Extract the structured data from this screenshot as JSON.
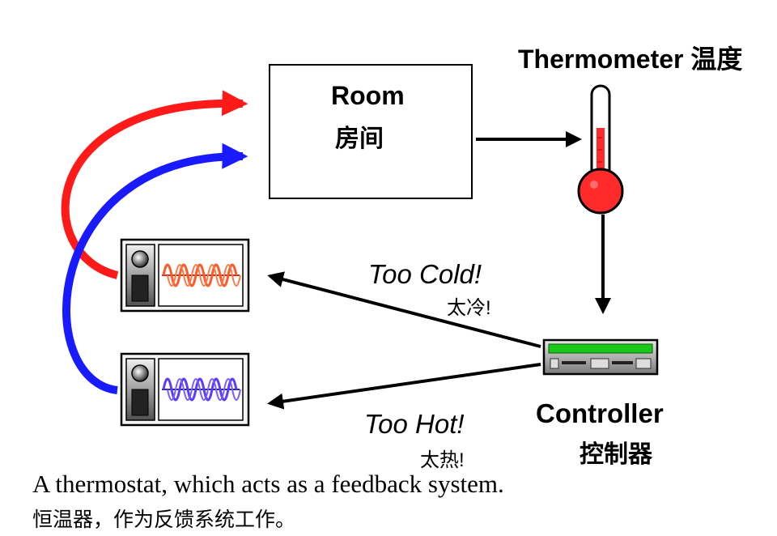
{
  "room": {
    "label_en": "Room",
    "label_zh": "房间"
  },
  "thermometer": {
    "label": "Thermometer 温度"
  },
  "controller": {
    "label_en": "Controller",
    "label_zh": "控制器"
  },
  "signals": {
    "too_cold_en": "Too Cold!",
    "too_cold_zh": "太冷!",
    "too_hot_en": "Too Hot!",
    "too_hot_zh": "太热!"
  },
  "caption": {
    "en": "A thermostat, which acts as a feedback system.",
    "zh": "恒温器，作为反馈系统工作。"
  },
  "colors": {
    "heat_path": "#ff1a1a",
    "cool_path": "#1a1aff",
    "heater_coil": "#ff5a2a",
    "cooler_coil": "#5a3cff",
    "thermometer_fill": "#ff2a2a",
    "controller_display": "#19c819"
  }
}
